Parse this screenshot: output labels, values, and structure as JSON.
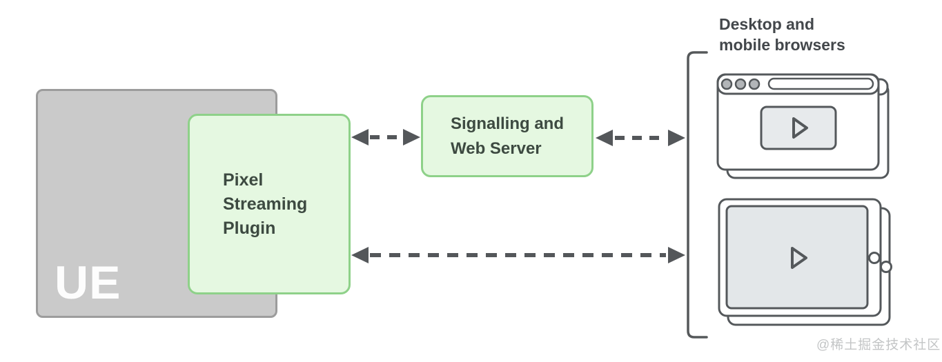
{
  "ue": {
    "label": "UE"
  },
  "plugin": {
    "lines": [
      "Pixel",
      "Streaming",
      "Plugin"
    ]
  },
  "signalling": {
    "lines": [
      "Signalling and",
      "Web Server"
    ]
  },
  "browsers": {
    "title_lines": [
      "Desktop and",
      "mobile browsers"
    ]
  },
  "watermark": "@稀土掘金技术社区",
  "icons": [
    {
      "name": "desktop-browser-icon",
      "depicts": "stacked desktop browser windows with video play area"
    },
    {
      "name": "tablet-icon",
      "depicts": "stacked tablet devices with video play area"
    },
    {
      "name": "play-icon",
      "depicts": "video play triangle",
      "glyph": "▷"
    },
    {
      "name": "browsers-group-bracket",
      "depicts": "square bracket grouping browser devices"
    }
  ],
  "connections": [
    {
      "from": "pixel-streaming-plugin",
      "to": "signalling-web-server",
      "style": "dashed-double-arrow"
    },
    {
      "from": "signalling-web-server",
      "to": "browsers-group",
      "style": "dashed-double-arrow"
    },
    {
      "from": "pixel-streaming-plugin",
      "to": "browsers-group",
      "style": "dashed-double-arrow"
    }
  ],
  "colors": {
    "green_fill": "#e5f8e1",
    "green_border": "#8ed189",
    "gray_fill": "#cacaca",
    "gray_border": "#9c9c9c",
    "arrow": "#54575a",
    "icon_stroke": "#54585b",
    "label_text": "#3d4a41",
    "heading_text": "#43474b",
    "ue_text": "#fdfdfd",
    "watermark_text": "#c3c5c6"
  }
}
